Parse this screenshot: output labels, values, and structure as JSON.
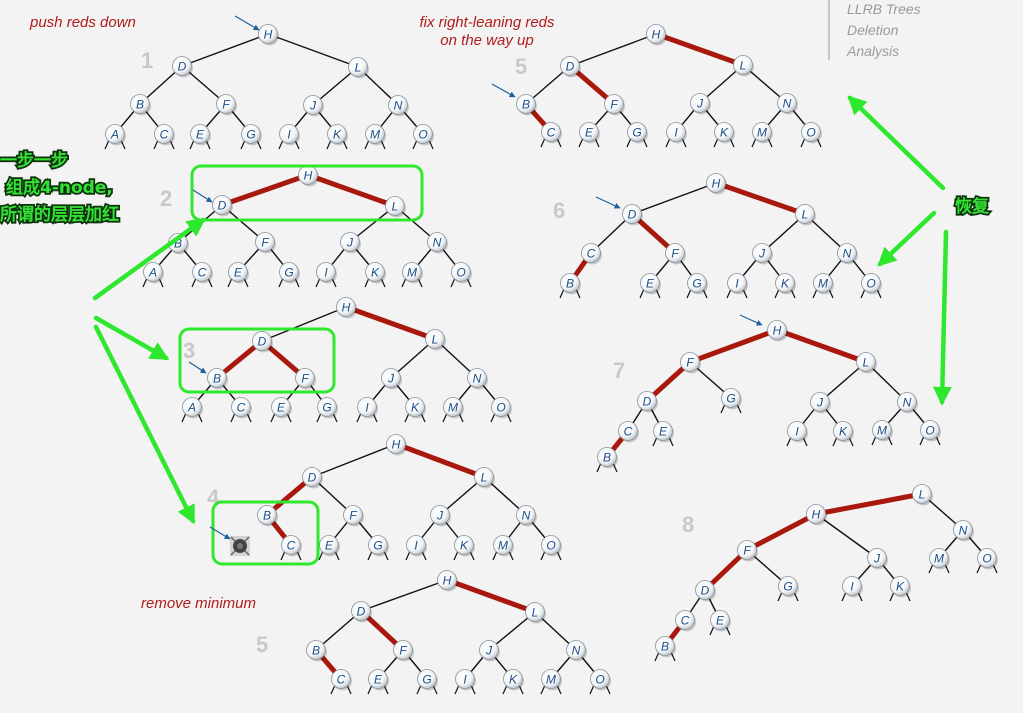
{
  "slide": {
    "nav_items": [
      "LLRB Trees",
      "Deletion",
      "Analysis"
    ],
    "captions": {
      "push_reds_down": "push reds down",
      "fix_right_leaning_line1": "fix right-leaning reds",
      "fix_right_leaning_line2": "on the way up",
      "remove_minimum": "remove minimum"
    }
  },
  "annotations": {
    "step_by_step_line1": "一步一步",
    "step_by_step_line2": "组成4-node,",
    "step_by_step_line3": "所谓的层层加红",
    "restore": "恢复"
  },
  "colors": {
    "red_link": "#a8180d",
    "black_link": "#111111",
    "node_fill": "#ffffff",
    "node_label": "#1a4f8a",
    "annotation_green": "#2ee82e",
    "pointer_arrow": "#1f5fa0",
    "step_number": "#c8c8c8",
    "caption": "#b01c1c"
  },
  "trees": [
    {
      "step": "1",
      "nodes": [
        "H",
        "D",
        "L",
        "B",
        "F",
        "J",
        "N",
        "A",
        "C",
        "E",
        "G",
        "I",
        "K",
        "M",
        "O"
      ],
      "red_links": []
    },
    {
      "step": "2",
      "nodes": [
        "H",
        "D",
        "L",
        "B",
        "F",
        "J",
        "N",
        "A",
        "C",
        "E",
        "G",
        "I",
        "K",
        "M",
        "O"
      ],
      "red_links": [
        [
          "H",
          "D"
        ],
        [
          "H",
          "L"
        ]
      ]
    },
    {
      "step": "3",
      "nodes": [
        "H",
        "D",
        "L",
        "B",
        "F",
        "J",
        "N",
        "A",
        "C",
        "E",
        "G",
        "I",
        "K",
        "M",
        "O"
      ],
      "red_links": [
        [
          "H",
          "L"
        ],
        [
          "D",
          "B"
        ],
        [
          "D",
          "F"
        ]
      ]
    },
    {
      "step": "4",
      "nodes": [
        "H",
        "D",
        "L",
        "B",
        "F",
        "J",
        "N",
        "C",
        "E",
        "G",
        "I",
        "K",
        "M",
        "O"
      ],
      "red_links": [
        [
          "H",
          "L"
        ],
        [
          "D",
          "B"
        ],
        [
          "B",
          "C"
        ]
      ]
    },
    {
      "step": "5",
      "nodes": [
        "H",
        "D",
        "L",
        "B",
        "F",
        "J",
        "N",
        "C",
        "E",
        "G",
        "I",
        "K",
        "M",
        "O"
      ],
      "red_links": [
        [
          "H",
          "L"
        ],
        [
          "D",
          "F"
        ],
        [
          "B",
          "C"
        ]
      ]
    },
    {
      "step": "5",
      "nodes": [
        "H",
        "D",
        "L",
        "B",
        "F",
        "J",
        "N",
        "C",
        "E",
        "G",
        "I",
        "K",
        "M",
        "O"
      ],
      "red_links": [
        [
          "H",
          "L"
        ],
        [
          "D",
          "F"
        ],
        [
          "B",
          "C"
        ]
      ]
    },
    {
      "step": "6",
      "nodes": [
        "H",
        "D",
        "L",
        "C",
        "F",
        "J",
        "N",
        "B",
        "E",
        "G",
        "I",
        "K",
        "M",
        "O"
      ],
      "red_links": [
        [
          "H",
          "L"
        ],
        [
          "D",
          "F"
        ],
        [
          "C",
          "B"
        ]
      ]
    },
    {
      "step": "7",
      "nodes": [
        "H",
        "F",
        "L",
        "D",
        "G",
        "J",
        "N",
        "C",
        "E",
        "B",
        "I",
        "K",
        "M",
        "O"
      ],
      "red_links": [
        [
          "H",
          "L"
        ],
        [
          "H",
          "F"
        ],
        [
          "D",
          "F"
        ],
        [
          "C",
          "B"
        ]
      ]
    },
    {
      "step": "8",
      "nodes": [
        "L",
        "H",
        "N",
        "F",
        "J",
        "M",
        "O",
        "D",
        "G",
        "I",
        "K",
        "C",
        "E",
        "B"
      ],
      "red_links": [
        [
          "L",
          "H"
        ],
        [
          "H",
          "F"
        ],
        [
          "F",
          "D"
        ],
        [
          "C",
          "B"
        ]
      ]
    }
  ],
  "removed_node_icon": "removed-node-icon"
}
